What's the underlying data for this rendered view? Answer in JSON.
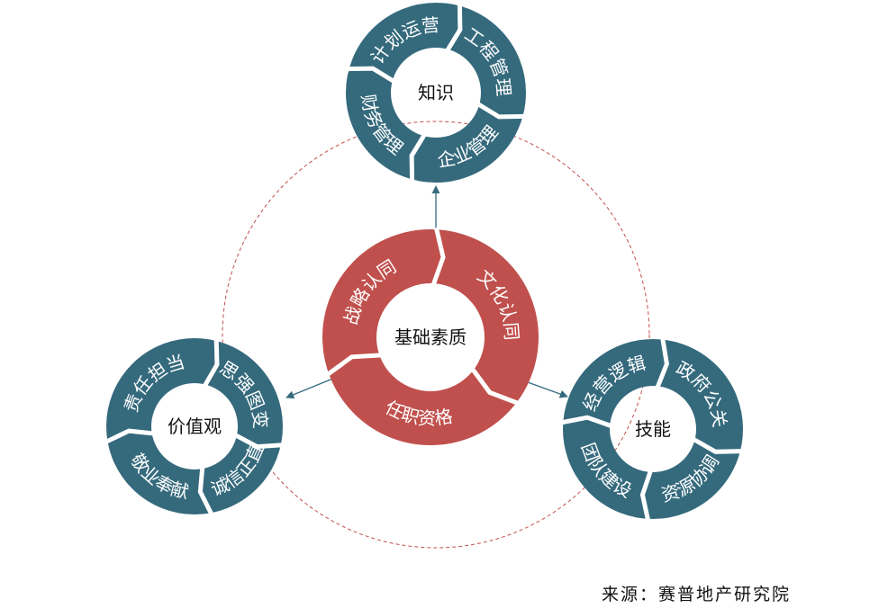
{
  "colors": {
    "ring": "#356A7D",
    "core": "#C0504D",
    "dashed": "#C0504D",
    "arrow": "#356A7D"
  },
  "core": {
    "title": "基础素质",
    "segments": [
      "战略认同",
      "文化认同",
      "任职资格"
    ]
  },
  "knowledge": {
    "title": "知识",
    "segments": [
      "计划运营",
      "工程管理",
      "企业管理",
      "财务管理"
    ]
  },
  "values": {
    "title": "价值观",
    "segments": [
      "责任担当",
      "思强图变",
      "诚信正直",
      "敬业奉献"
    ]
  },
  "skills": {
    "title": "技能",
    "segments": [
      "经营逻辑",
      "政府公关",
      "资源协调",
      "团队建设"
    ]
  },
  "source": "来源：赛普地产研究院"
}
